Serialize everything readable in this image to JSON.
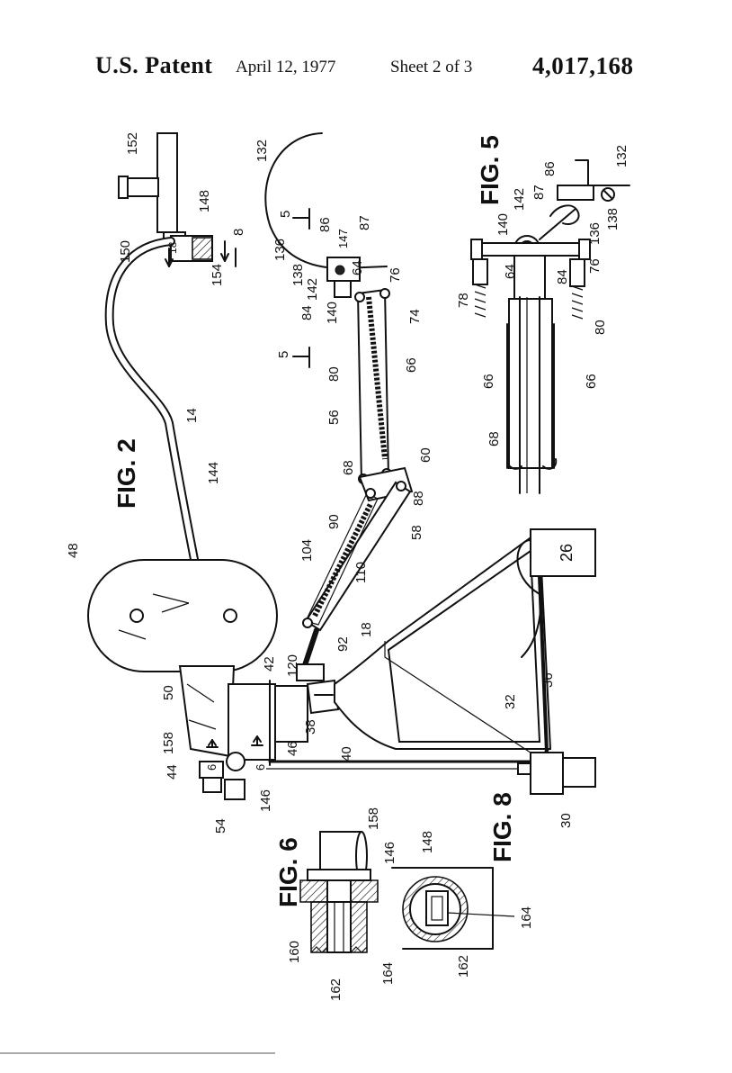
{
  "header": {
    "patent": "U.S. Patent",
    "date": "April 12, 1977",
    "sheet": "Sheet 2 of 3",
    "number": "4,017,168"
  },
  "figures": {
    "fig2": "FIG. 2",
    "fig5": "FIG. 5",
    "fig6": "FIG. 6",
    "fig8": "FIG. 8"
  },
  "fig2_labels": {
    "l152": "152",
    "l148": "148",
    "l18a": "18",
    "l8": "8",
    "l154": "154",
    "l150": "150",
    "l132": "132",
    "l5a": "5",
    "l86": "86",
    "l147": "147",
    "l87": "87",
    "l136": "136",
    "l138": "138",
    "l142": "142",
    "l84": "84",
    "l140": "140",
    "l64": "64",
    "l76": "76",
    "l74": "74",
    "l66": "66",
    "l80": "80",
    "l5b": "5",
    "l56": "56",
    "l14": "14",
    "l144": "144",
    "l68": "68",
    "l60": "60",
    "l88": "88",
    "l58": "58",
    "l90": "90",
    "l104": "104",
    "l110": "110",
    "l48": "48",
    "l26": "26",
    "l92": "92",
    "l18b": "18",
    "l36": "36",
    "l42": "42",
    "l120": "120",
    "l50": "50",
    "l32": "32",
    "l158": "158",
    "l46": "46",
    "l38": "38",
    "l40": "40",
    "l44": "44",
    "l6a": "6",
    "l6b": "6",
    "l146": "146",
    "l54": "54",
    "l30": "30"
  },
  "fig5_labels": {
    "l132": "132",
    "l86": "86",
    "l87": "87",
    "l142": "142",
    "l140": "140",
    "l138": "138",
    "l136": "136",
    "l76": "76",
    "l84": "84",
    "l64": "64",
    "l78": "78",
    "l80": "80",
    "l66a": "66",
    "l66b": "66",
    "l68": "68"
  },
  "fig6_labels": {
    "l158": "158",
    "l146": "146",
    "l160": "160",
    "l162": "162",
    "l164": "164"
  },
  "fig8_labels": {
    "l148": "148",
    "l162": "162",
    "l164": "164"
  }
}
